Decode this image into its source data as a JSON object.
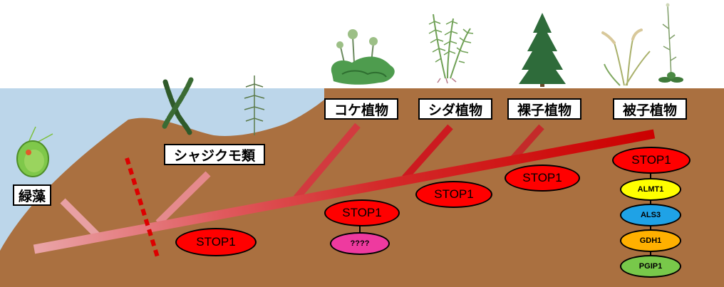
{
  "taxa": {
    "green_algae": "緑藻",
    "charophytes": "シャジクモ類",
    "bryophytes": "コケ植物",
    "ferns": "シダ植物",
    "gymnosperms": "裸子植物",
    "angiosperms": "被子植物"
  },
  "stop1_label": "STOP1",
  "unknown_target": "????",
  "angiosperm_targets": [
    "ALMT1",
    "ALS3",
    "GDH1",
    "PGIP1"
  ],
  "colors": {
    "water": "#bcd6ea",
    "soil": "#aa7040",
    "stop1": "#ff0000",
    "unknown": "#ee3a9f",
    "almt1": "#ffff00",
    "als3": "#1fa2e6",
    "gdh1": "#ffb000",
    "pgip1": "#78c84a",
    "branch_light": "#e8a0a3",
    "branch_dark": "#cc0000",
    "split_marker": "#dd0000"
  },
  "icons": [
    "green-algae-cell-icon",
    "spirogyra-icon",
    "chara-icon",
    "liverwort-icon",
    "fern-icon",
    "conifer-icon",
    "rice-icon",
    "arabidopsis-icon"
  ]
}
